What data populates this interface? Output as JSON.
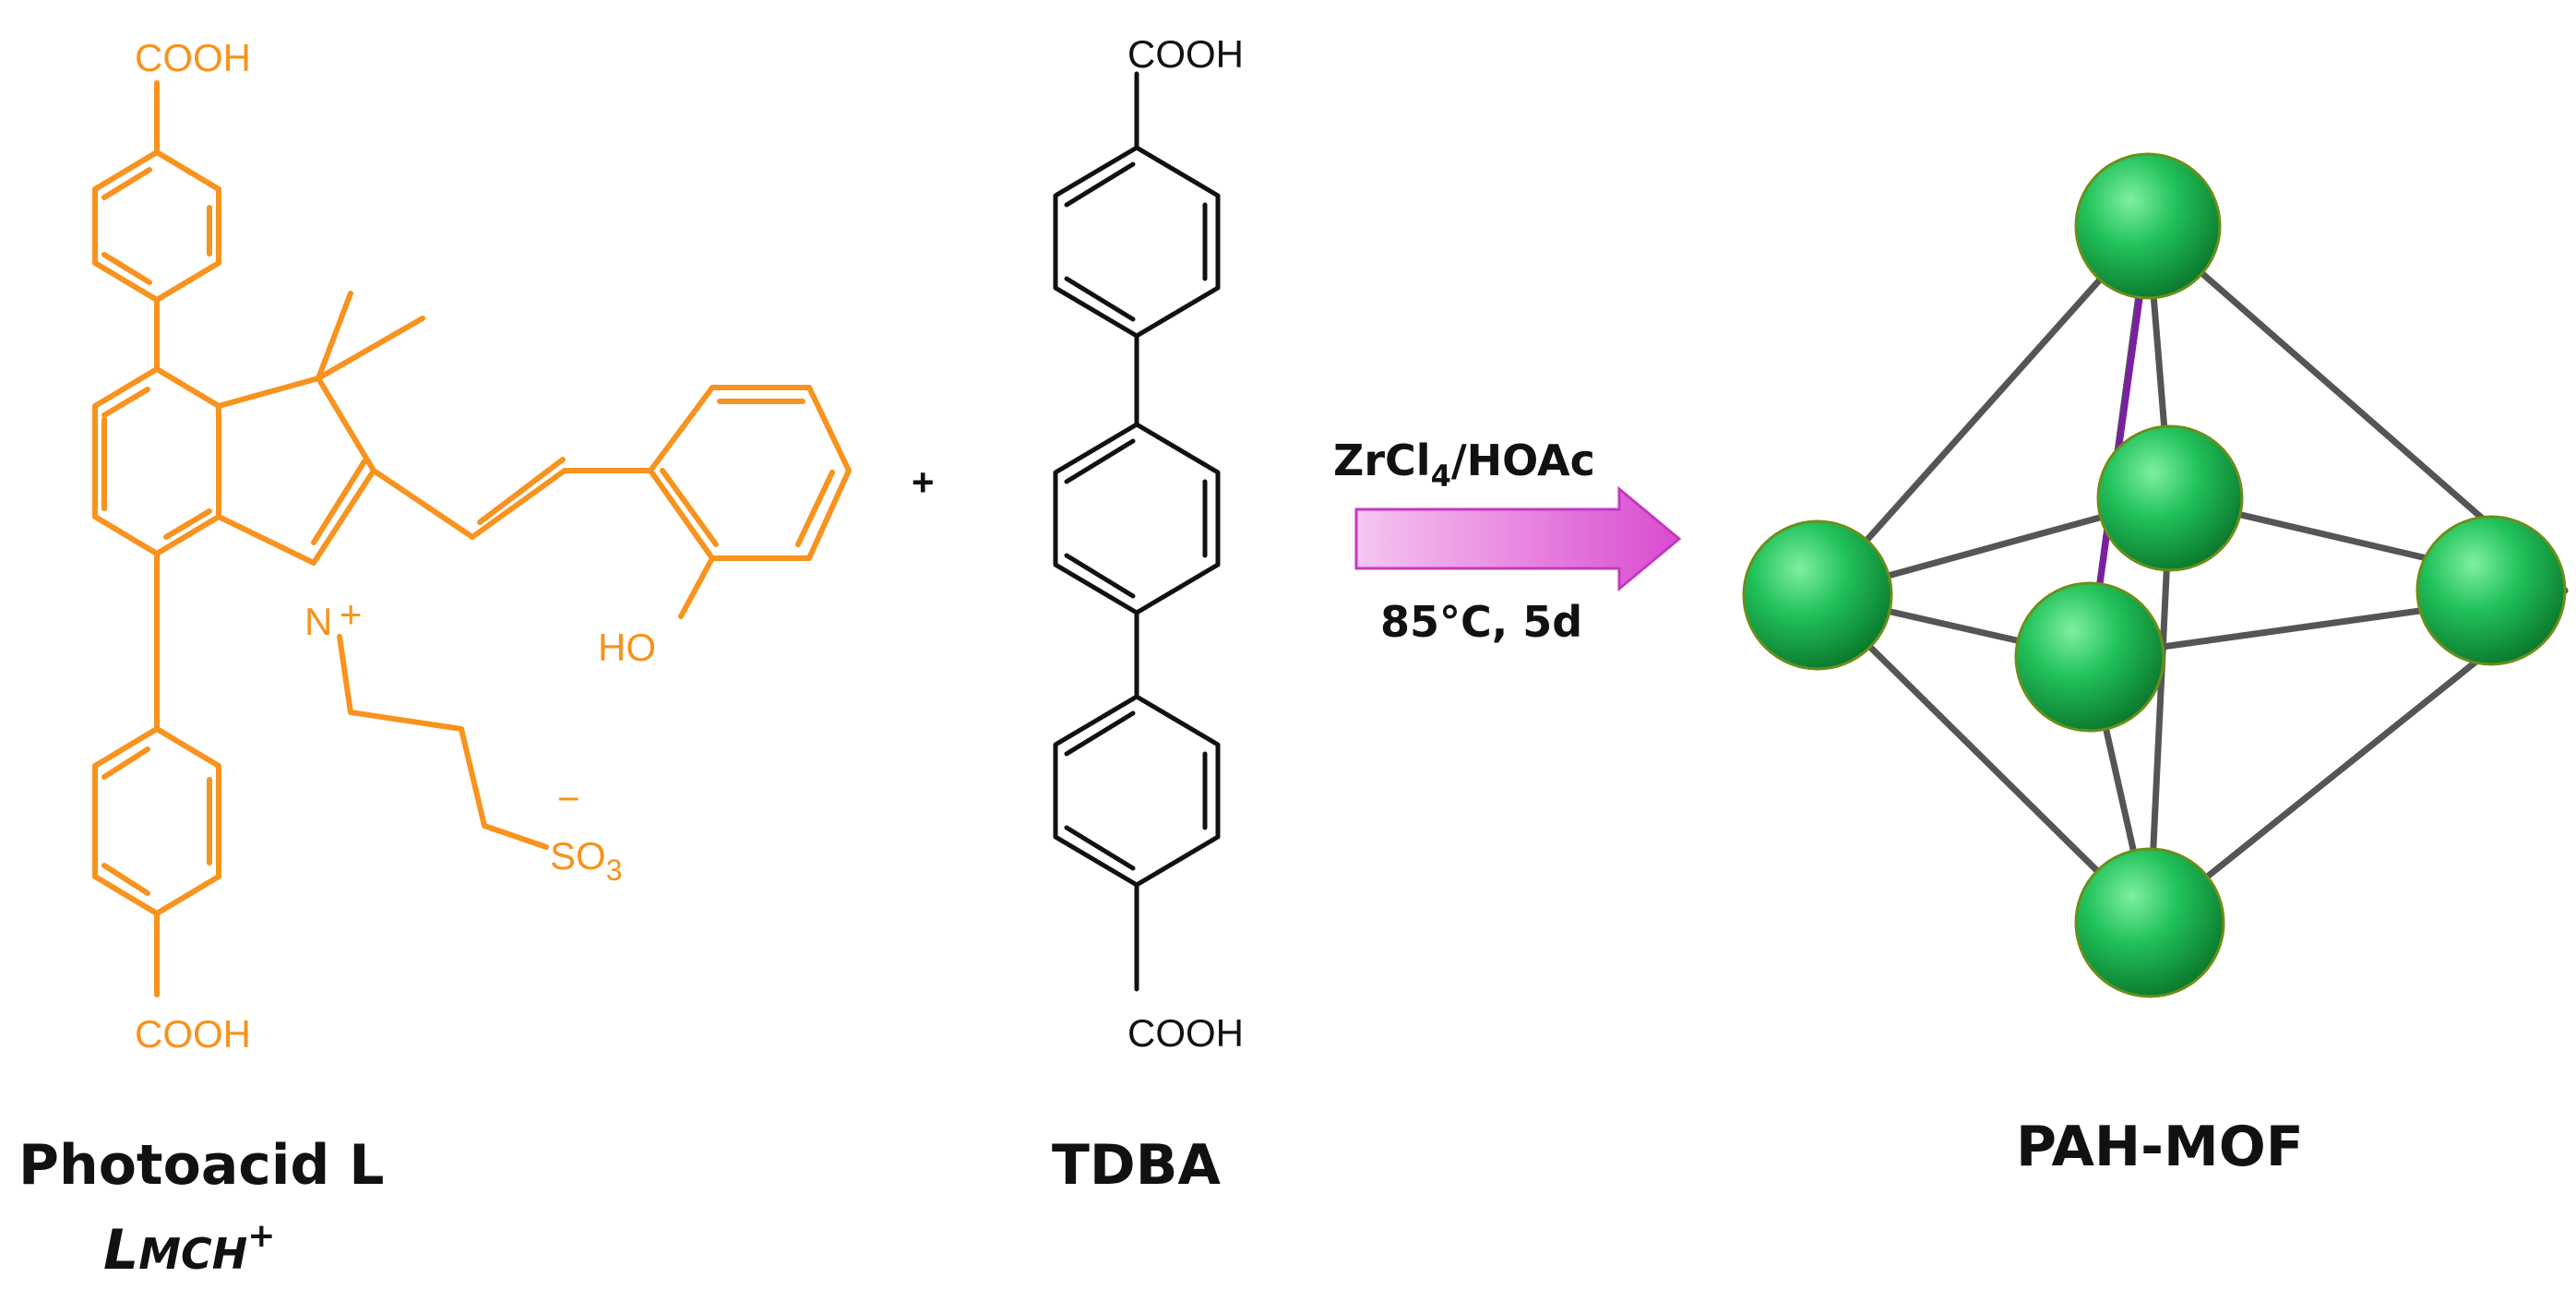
{
  "reactant1": {
    "top_group": "COOH",
    "bottom_group": "COOH",
    "hydroxyl": "HO",
    "nitrogen": "N",
    "charge": "+",
    "sulfonate": "SO",
    "sulfonate_sub": "3",
    "sulfonate_charge": "−",
    "name": "Photoacid L",
    "formula_main": "L",
    "formula_sub": "MCH",
    "formula_sup": "+",
    "color": "#f7931e"
  },
  "plus_sign": "+",
  "reactant2": {
    "top_group": "COOH",
    "bottom_group": "COOH",
    "name": "TDBA",
    "color": "#111111"
  },
  "conditions": {
    "reagent_a": "ZrCl",
    "reagent_sub": "4",
    "reagent_b": "/HOAc",
    "temp_time": "85°C, 5d",
    "arrow_color": "#e060d0"
  },
  "product": {
    "name": "PAH-MOF",
    "node_color": "#22b14c",
    "highlight_edge_color": "#7b1fa2"
  }
}
